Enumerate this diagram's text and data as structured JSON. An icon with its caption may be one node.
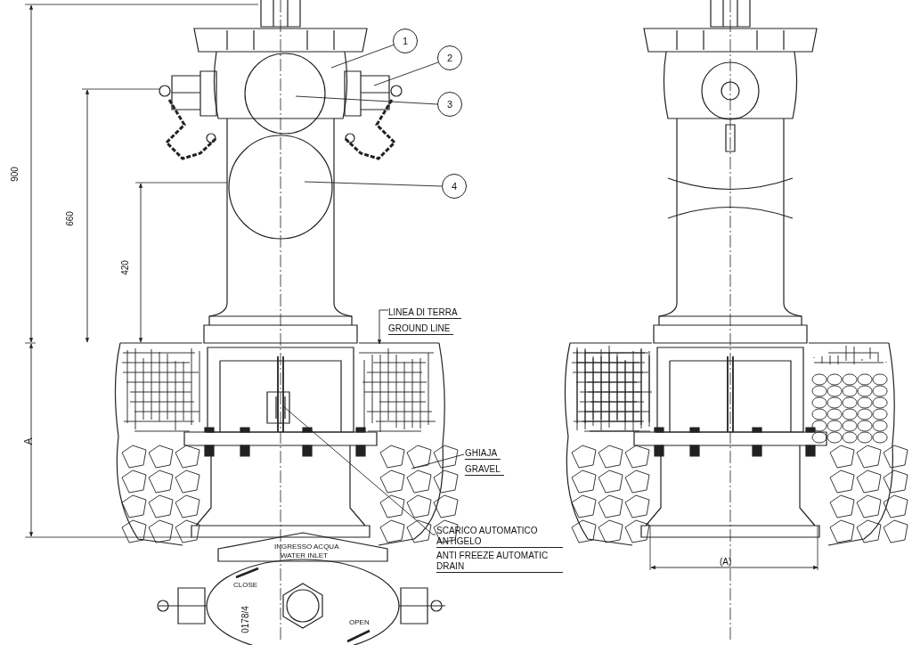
{
  "diagram": {
    "nodes": [
      {
        "text": [
          "1"
        ]
      },
      {
        "text": [
          "2"
        ]
      },
      {
        "text": [
          "3"
        ]
      },
      {
        "text": [
          "4"
        ]
      },
      {
        "text": [
          "LINEA DI TERRA",
          "GROUND LINE"
        ]
      },
      {
        "text": [
          "GHIAJA",
          "GRAVEL"
        ]
      },
      {
        "text": [
          "SCARICO AUTOMATICO ANTIGELO",
          "ANTI FREEZE AUTOMATIC DRAIN"
        ]
      }
    ],
    "edges": [
      {
        "from": 0,
        "to": null,
        "arrow": "none"
      },
      {
        "from": 1,
        "to": null,
        "arrow": "none"
      },
      {
        "from": 2,
        "to": null,
        "arrow": "none"
      },
      {
        "from": 3,
        "to": null,
        "arrow": "none"
      },
      {
        "from": 4,
        "to": null,
        "arrow": "to"
      },
      {
        "from": 5,
        "to": null,
        "arrow": "none"
      },
      {
        "from": 6,
        "to": null,
        "arrow": "none"
      }
    ],
    "labels": [
      "900",
      "660",
      "420",
      "A",
      "INGRESSO ACQUA",
      "WATER INLET",
      "CLOSE",
      "OPEN",
      "0178/4",
      "(A)"
    ]
  }
}
